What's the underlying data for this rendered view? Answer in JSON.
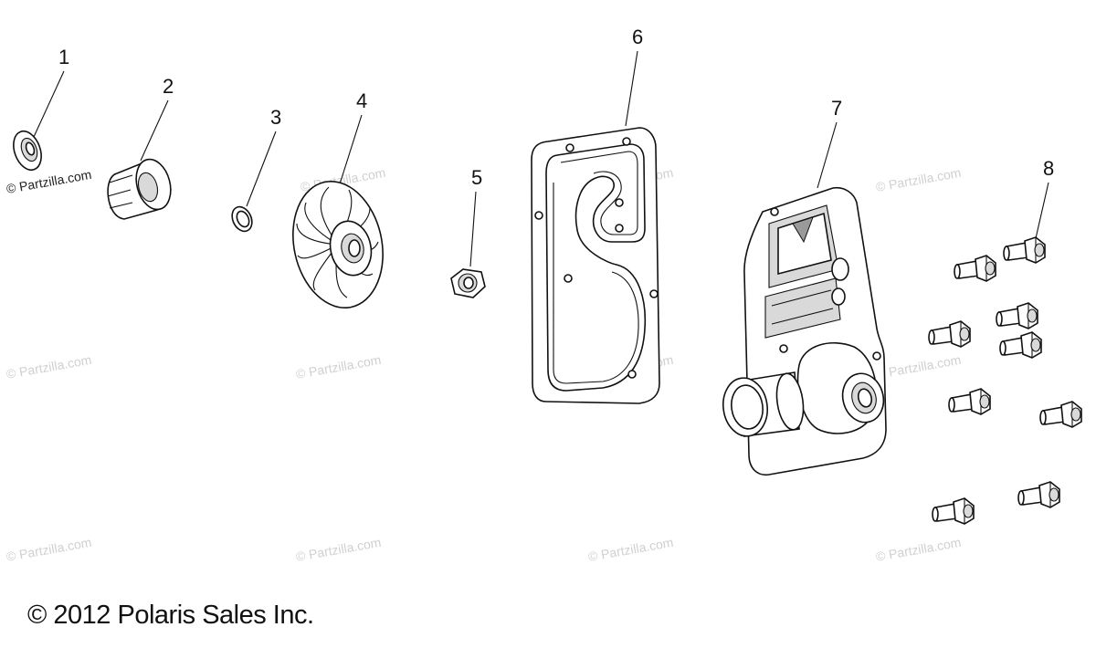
{
  "callouts": [
    "1",
    "2",
    "3",
    "4",
    "5",
    "6",
    "7",
    "8"
  ],
  "watermark": "© Partzilla.com",
  "copyright": "© 2012 Polaris Sales Inc."
}
